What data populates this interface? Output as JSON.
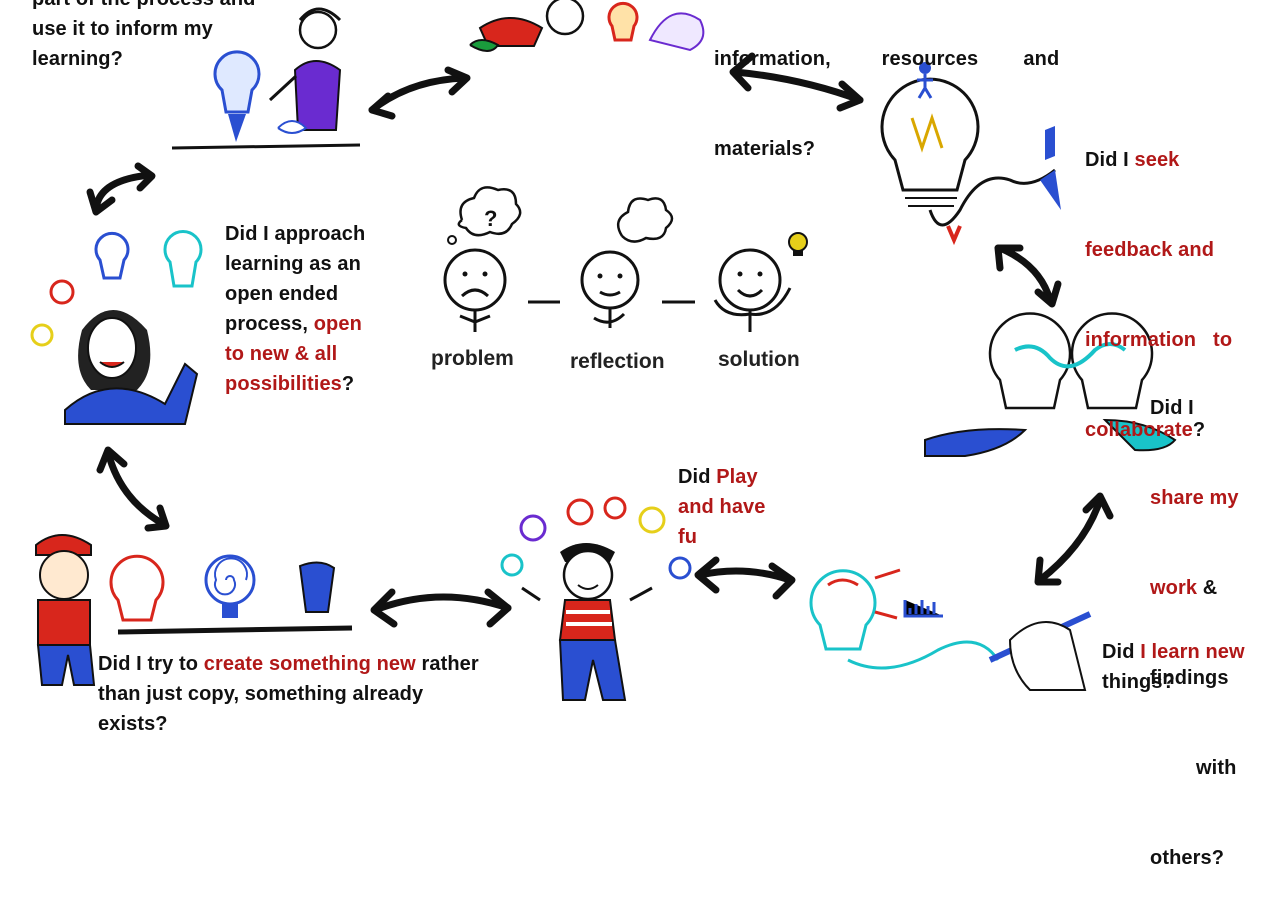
{
  "center": {
    "labels": [
      "problem",
      "reflection",
      "solution"
    ]
  },
  "questions": {
    "top_left": {
      "lines": [
        "part of the process and",
        "use it to inform my",
        "learning?"
      ]
    },
    "top_right": {
      "lines": [
        "information,         resources        and",
        "materials?"
      ]
    },
    "right_upper": {
      "prefix": "Did I ",
      "highlight_1": "seek",
      "line2": "feedback and",
      "line3": "information   to",
      "highlight_2": "collaborate",
      "suffix": "?"
    },
    "right_middle": {
      "line1": "Did I",
      "highlight_1": "share my",
      "highlight_2": "work",
      "amp": " &",
      "line4": "findings",
      "line5": "with",
      "line6": "others?"
    },
    "right_lower": {
      "prefix": "Did ",
      "highlight": "I learn new",
      "line2": "things?"
    },
    "center_bottom": {
      "prefix": "Did ",
      "highlight_1": "Play",
      "highlight_2": "and have",
      "highlight_3": "fu"
    },
    "bottom_left": {
      "prefix": "Did I try to ",
      "highlight": "create something new",
      "suffix": " rather",
      "line2": "than just copy, something already",
      "line3": "exists?"
    },
    "left_middle": {
      "line1": "Did I approach",
      "line2": "learning as an",
      "line3": "open ended",
      "line4_prefix": "process, ",
      "line4_highlight": "open",
      "line5": "to new & all",
      "line6": "possibilities",
      "line6_suffix": "?"
    }
  },
  "colors": {
    "highlight": "#b11818",
    "text": "#111111",
    "bulb_red": "#d8261c",
    "bulb_blue": "#2a4fd1",
    "bulb_yellow": "#e6cf1a",
    "bulb_cyan": "#19c3c9"
  },
  "icons": [
    "lightbulb-icon",
    "stick-face-icon",
    "thought-cloud-icon",
    "cycle-arrow-icon",
    "hand-icon",
    "pen-icon"
  ]
}
